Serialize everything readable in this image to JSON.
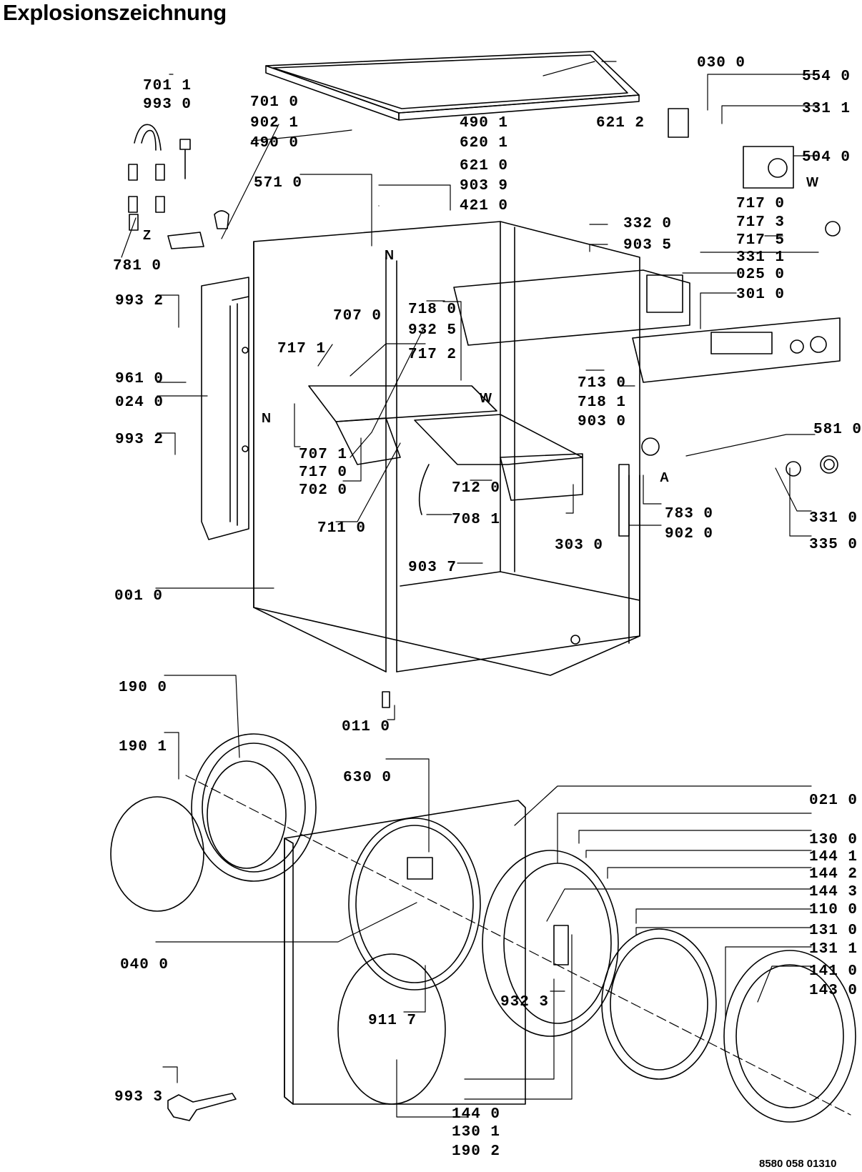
{
  "title": "Explosionszeichnung",
  "document_number": "8580 058 01310",
  "part_labels": [
    "701 1",
    "993 0",
    "701 0",
    "902 1",
    "490 0",
    "571 0",
    "781 0",
    "993 2",
    "961 0",
    "024 0",
    "993 2",
    "030 0",
    "490 1",
    "620 1",
    "621 0",
    "903 9",
    "421 0",
    "621 2",
    "554 0",
    "331 1",
    "504 0",
    "717 0",
    "717 3",
    "717 5",
    "331 1",
    "332 0",
    "903 5",
    "025 0",
    "301 0",
    "707 0",
    "718 0",
    "932 5",
    "717 1",
    "717 2",
    "713 0",
    "718 1",
    "903 0",
    "581 0",
    "707 1",
    "717 0",
    "702 0",
    "712 0",
    "711 0",
    "708 1",
    "303 0",
    "783 0",
    "902 0",
    "331 0",
    "335 0",
    "903 7",
    "001 0",
    "190 0",
    "011 0",
    "190 1",
    "630 0",
    "021 0",
    "130 0",
    "144 1",
    "144 2",
    "144 3",
    "110 0",
    "131 0",
    "131 1",
    "040 0",
    "932 3",
    "141 0",
    "143 0",
    "911 7",
    "993 3",
    "144 0",
    "130 1",
    "190 2"
  ],
  "markers": [
    "Z",
    "N",
    "W",
    "N",
    "W",
    "A"
  ]
}
